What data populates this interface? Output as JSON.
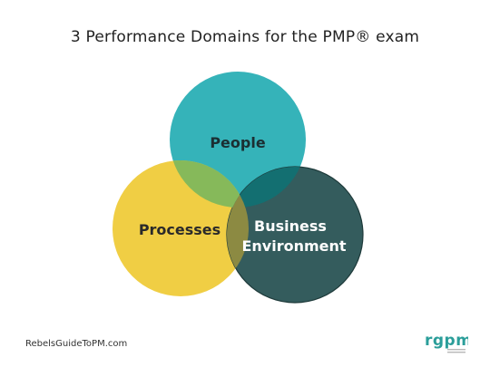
{
  "title": "3 Performance Domains for the PMP® exam",
  "circles": {
    "people": {
      "label": "People",
      "color": "#35b3b9"
    },
    "processes": {
      "label": "Processes",
      "color": "#f0ce44"
    },
    "business": {
      "label_line1": "Business",
      "label_line2": "Environment",
      "color": "#345c5d"
    }
  },
  "overlap_colors": {
    "people_processes": "#86b95a",
    "people_business": "#136f71",
    "processes_business": "#8c8a42"
  },
  "footer": {
    "website": "RebelsGuideToPM.com",
    "logo_text": "rgpm"
  }
}
